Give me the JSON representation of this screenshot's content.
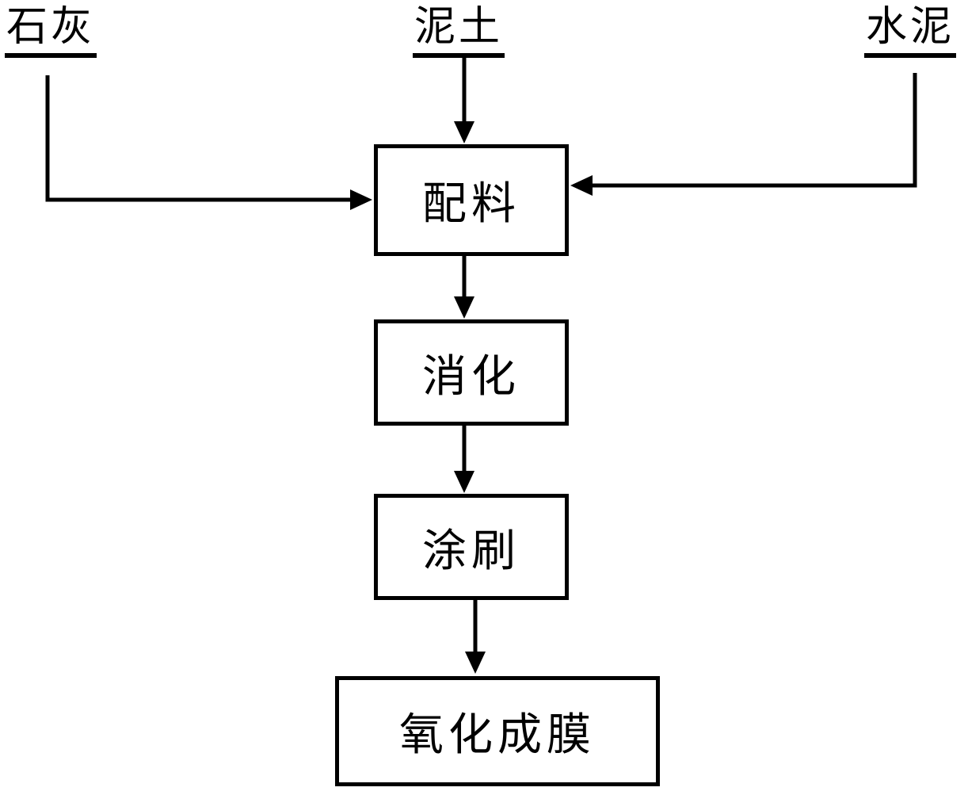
{
  "diagram": {
    "title": "coating process flowchart",
    "background_color": "#ffffff",
    "line_color": "#000000",
    "inputs": [
      {
        "id": "lime",
        "label": "石灰"
      },
      {
        "id": "clay",
        "label": "泥土"
      },
      {
        "id": "cement",
        "label": "水泥"
      }
    ],
    "steps": [
      {
        "id": "batching",
        "label": "配料"
      },
      {
        "id": "digestion",
        "label": "消化"
      },
      {
        "id": "brushing",
        "label": "涂刷"
      },
      {
        "id": "oxidation-film",
        "label": "氧化成膜"
      }
    ],
    "connections": [
      {
        "from": "lime",
        "to": "batching"
      },
      {
        "from": "clay",
        "to": "batching"
      },
      {
        "from": "cement",
        "to": "batching"
      },
      {
        "from": "batching",
        "to": "digestion"
      },
      {
        "from": "digestion",
        "to": "brushing"
      },
      {
        "from": "brushing",
        "to": "oxidation-film"
      }
    ]
  }
}
